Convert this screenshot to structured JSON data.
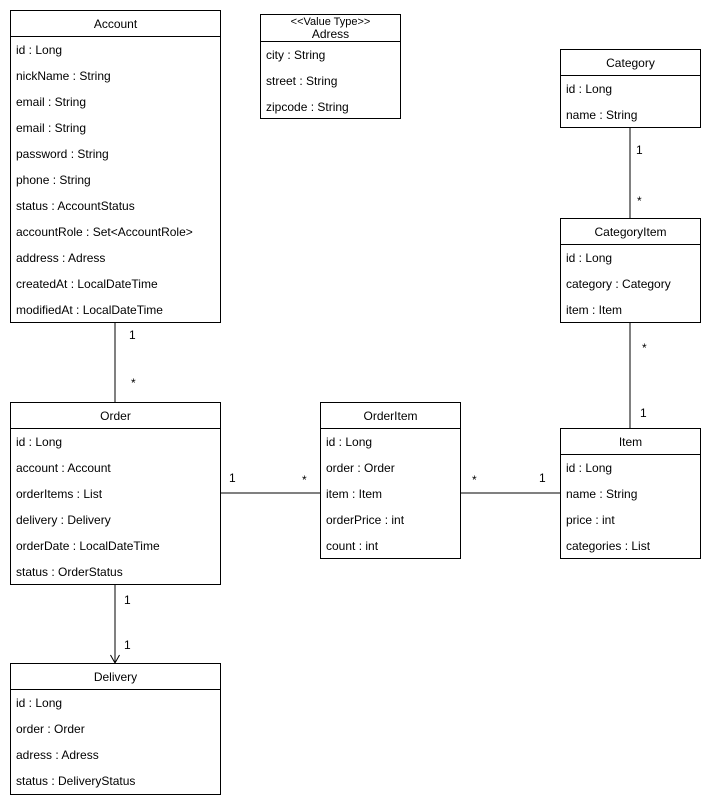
{
  "classes": {
    "account": {
      "name": "Account",
      "attributes": [
        "id : Long",
        "nickName : String",
        "email : String",
        "email : String",
        "password : String",
        "phone : String",
        "status : AccountStatus",
        "accountRole : Set<AccountRole>",
        "address : Adress",
        "createdAt : LocalDateTime",
        "modifiedAt : LocalDateTime"
      ]
    },
    "adress": {
      "stereotype": "<<Value Type>>",
      "name": "Adress",
      "attributes": [
        "city : String",
        "street : String",
        "zipcode : String"
      ]
    },
    "category": {
      "name": "Category",
      "attributes": [
        "id : Long",
        "name : String"
      ]
    },
    "category_item": {
      "name": "CategoryItem",
      "attributes": [
        "id : Long",
        "category : Category",
        "item : Item"
      ]
    },
    "order": {
      "name": "Order",
      "attributes": [
        "id : Long",
        "account : Account",
        "orderItems : List",
        "delivery : Delivery",
        "orderDate : LocalDateTime",
        "status : OrderStatus"
      ]
    },
    "order_item": {
      "name": "OrderItem",
      "attributes": [
        "id : Long",
        "order : Order",
        "item : Item",
        "orderPrice : int",
        "count : int"
      ]
    },
    "item": {
      "name": "Item",
      "attributes": [
        "id : Long",
        "name : String",
        "price : int",
        "categories : List"
      ]
    },
    "delivery": {
      "name": "Delivery",
      "attributes": [
        "id : Long",
        "order : Order",
        "adress : Adress",
        "status : DeliveryStatus"
      ]
    }
  },
  "multiplicities": {
    "account_order_account": "1",
    "account_order_order": "*",
    "category_categoryitem_category": "1",
    "category_categoryitem_categoryitem": "*",
    "categoryitem_item_categoryitem": "*",
    "categoryitem_item_item": "1",
    "order_orderitem_order": "1",
    "order_orderitem_orderitem": "*",
    "orderitem_item_orderitem": "*",
    "orderitem_item_item": "1",
    "order_delivery_order": "1",
    "order_delivery_delivery": "1"
  }
}
